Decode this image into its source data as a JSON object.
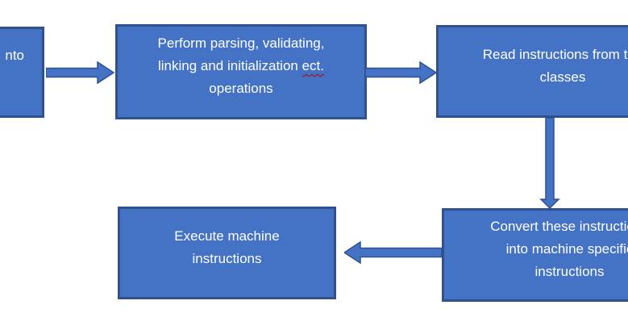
{
  "diagram": {
    "type": "flowchart",
    "background_color": "#FFFFFF",
    "colors": {
      "shape_fill": "#4472C4",
      "shape_outline": "#2F528F",
      "text": "#FFFFFF",
      "spellcheck_underline": "#C00000"
    },
    "nodes": {
      "load": {
        "visible_text_fragment": "nto",
        "note": "box clipped by left edge of screenshot"
      },
      "perform": {
        "line1": "Perform parsing, validating,",
        "line2_text": "linking and initialization ",
        "line2_misspelled": "ect.",
        "line3": "operations"
      },
      "read": {
        "line1": "Read instructions from the",
        "line2": "classes",
        "note": "box clipped by right edge of screenshot"
      },
      "convert": {
        "line1": "Convert these instructions",
        "line2": "into machine specific",
        "line3": "instructions",
        "note": "box clipped by right edge of screenshot"
      },
      "execute": {
        "line1": "Execute machine",
        "line2": "instructions"
      }
    },
    "connections": [
      {
        "from": "load",
        "to": "perform",
        "direction": "right"
      },
      {
        "from": "perform",
        "to": "read",
        "direction": "right"
      },
      {
        "from": "read",
        "to": "convert",
        "direction": "down"
      },
      {
        "from": "convert",
        "to": "execute",
        "direction": "left"
      }
    ]
  }
}
